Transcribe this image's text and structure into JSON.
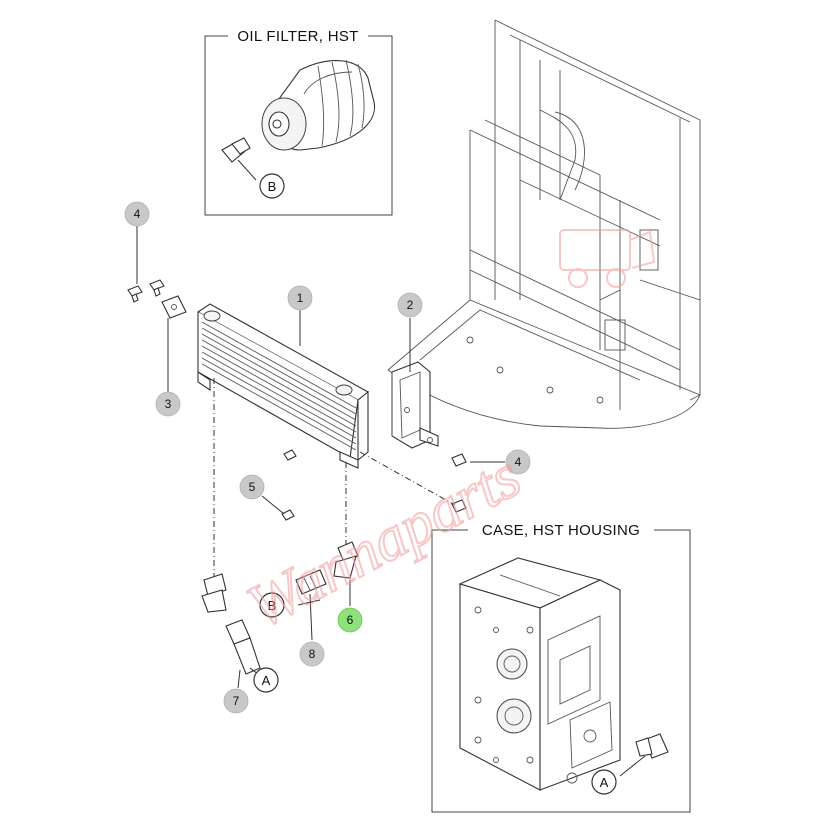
{
  "insets": {
    "oil_filter_title": "OIL FILTER, HST",
    "case_title": "CASE, HST HOUSING"
  },
  "callouts": {
    "c1": "1",
    "c2": "2",
    "c3": "3",
    "c4_top": "4",
    "c4_right": "4",
    "c5": "5",
    "c6": "6",
    "c7": "7",
    "c8": "8"
  },
  "connection_labels": {
    "b_filter": "B",
    "b_fitting": "B",
    "a_hose": "A",
    "a_case": "A"
  },
  "colors": {
    "callout_fill": "#c8c8c8",
    "highlight_callout_fill": "#8ee07a",
    "watermark": "#f29a9a"
  }
}
